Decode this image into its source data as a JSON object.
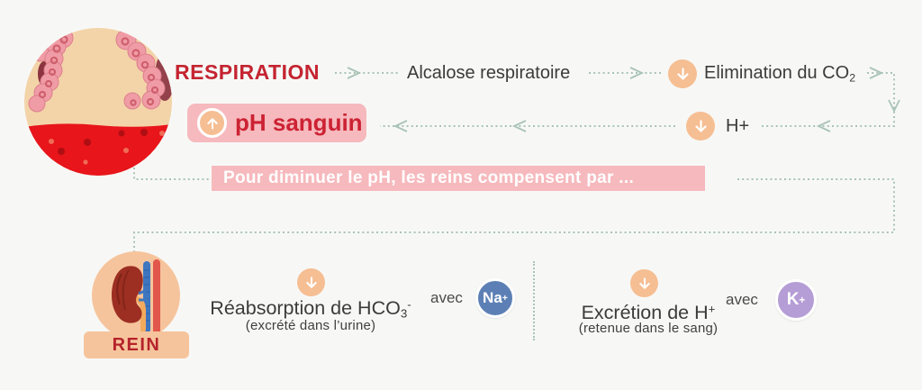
{
  "colors": {
    "background": "#F7F8F6",
    "accent_red": "#C42430",
    "pink_box": "#F6B9BD",
    "peach": "#F6BE93",
    "dotted_line": "#A9C3B5",
    "ion_blue": "#5C80B5",
    "ion_purple": "#B59DD6",
    "text_dark": "#3B3B3B",
    "banner_text": "#FFFFFF"
  },
  "top_flow": {
    "respiration": "RESPIRATION",
    "alcalose": "Alcalose respiratoire",
    "elimination_base": "Elimination du CO",
    "elimination_sub": "2",
    "ph_label": "pH sanguin",
    "h_plus": "H+"
  },
  "icons": {
    "down_arrow": "↓",
    "up_arrow": "↑"
  },
  "banner": {
    "text": "Pour diminuer le pH, les reins compensent par ..."
  },
  "kidney": {
    "label": "REIN"
  },
  "bottom": {
    "left": {
      "title_base": "Réabsorption de HCO",
      "title_sub": "3",
      "title_sup": "-",
      "note": "(excrété dans l’urine)",
      "avec": "avec",
      "ion_base": "Na",
      "ion_sup": "+"
    },
    "right": {
      "title_base": "Excrétion de H",
      "title_sup": "+",
      "note": "(retenue dans le sang)",
      "avec": "avec",
      "ion_base": "K",
      "ion_sup": "+"
    }
  }
}
